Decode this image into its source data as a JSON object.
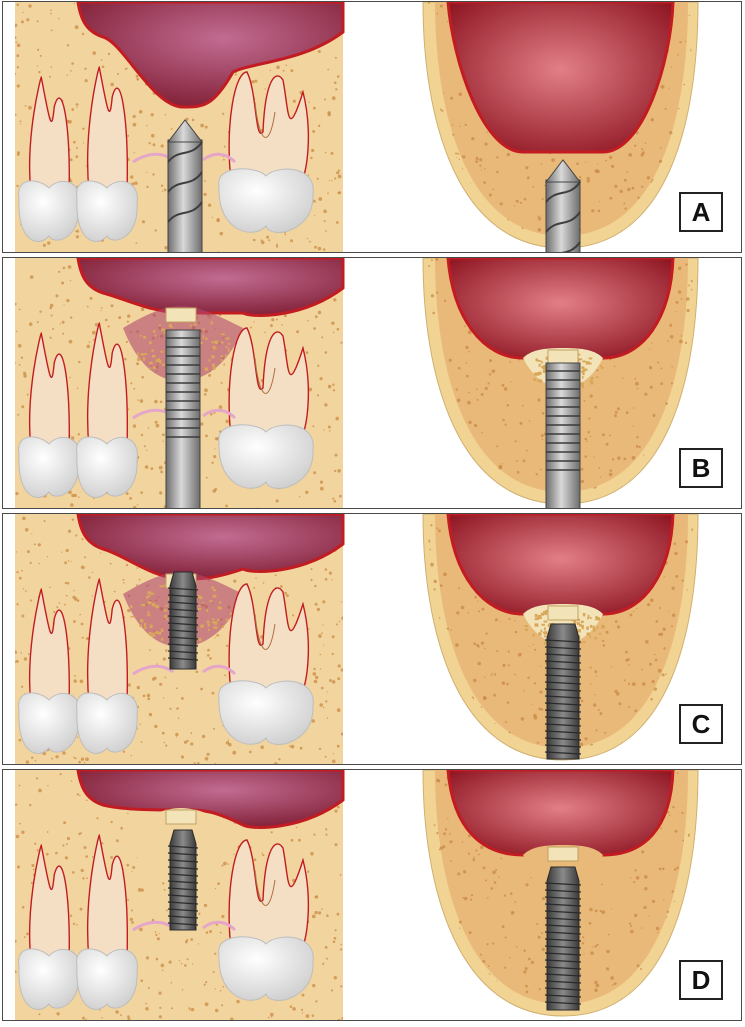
{
  "figure": {
    "panels": [
      {
        "label": "A",
        "stage": "drill"
      },
      {
        "label": "B",
        "stage": "osteotome"
      },
      {
        "label": "C",
        "stage": "implant-graft"
      },
      {
        "label": "D",
        "stage": "implant-healed"
      }
    ]
  },
  "colors": {
    "bone": "#f2d59e",
    "bone_spongy": "#e9b97a",
    "bone_dots": "#c98a44",
    "sinus_dark": "#7f1d33",
    "sinus_light": "#c26c92",
    "sinus_outline": "#c21c22",
    "tooth_root": "#f4dfc4",
    "tooth_crown": "#f3f3f3",
    "gum_line": "#e4a6c9",
    "metal_light": "#d9d9d9",
    "metal_dark": "#6d6d6d",
    "implant": "#4f4f4f",
    "graft": "#f3e3b8",
    "label_border": "#222222"
  }
}
